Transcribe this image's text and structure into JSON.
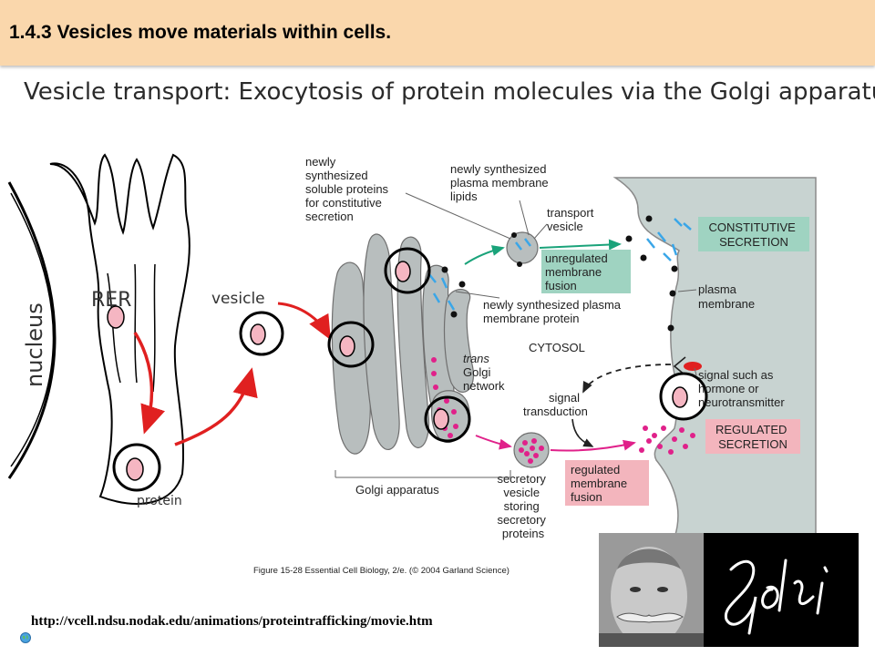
{
  "header": {
    "title": "1.4.3 Vesicles move materials within cells."
  },
  "subtitle": "Vesicle transport: Exocytosis of protein molecules via the Golgi apparatus",
  "diagram": {
    "nucleus": "nucleus",
    "rer": "RER",
    "vesicle": "vesicle",
    "protein": "protein",
    "soluble": [
      "newly",
      "synthesized",
      "soluble proteins",
      "for constitutive",
      "secretion"
    ],
    "lipids": [
      "newly synthesized",
      "plasma membrane",
      "lipids"
    ],
    "transport": [
      "transport",
      "vesicle"
    ],
    "unregulated": [
      "unregulated",
      "membrane",
      "fusion"
    ],
    "constitutive": [
      "CONSTITUTIVE",
      "SECRETION"
    ],
    "plasma_membrane": [
      "plasma",
      "membrane"
    ],
    "membrane_protein": [
      "newly synthesized plasma",
      "membrane protein"
    ],
    "cytosol": "CYTOSOL",
    "trans_golgi": [
      "trans",
      "Golgi",
      "network"
    ],
    "signal_hormone": [
      "signal such as",
      "hormone or",
      "neurotransmitter"
    ],
    "signal_transduction": [
      "signal",
      "transduction"
    ],
    "regulated_secretion": [
      "REGULATED",
      "SECRETION"
    ],
    "golgi_apparatus": "Golgi apparatus",
    "secretory_vesicle": [
      "secretory",
      "vesicle",
      "storing",
      "secretory",
      "proteins"
    ],
    "regulated_fusion": [
      "regulated",
      "membrane",
      "fusion"
    ],
    "caption": "Figure 15-28  Essential Cell Biology, 2/e. (© 2004 Garland Science)"
  },
  "photo": {
    "signature": "Golgi"
  },
  "footer": {
    "url": "http://vcell.ndsu.nodak.edu/animations/proteintrafficking/movie.htm"
  },
  "colors": {
    "header_bg": "#fad7ac",
    "accent_red": "#e02020",
    "teal_box": "#9fd3c1",
    "pink_box": "#f3b5bd"
  }
}
